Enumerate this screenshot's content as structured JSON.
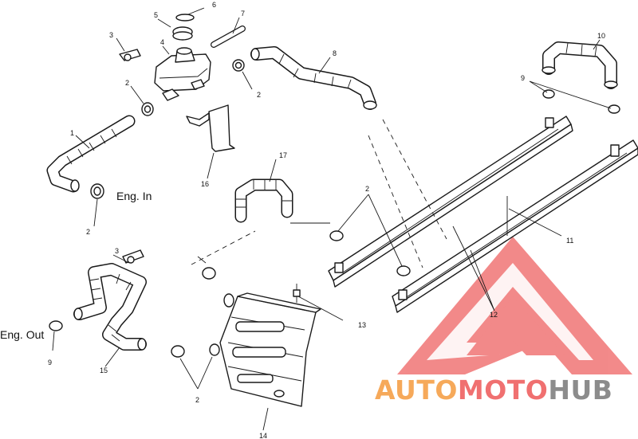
{
  "diagram": {
    "labels": {
      "eng_in": "Eng. In",
      "eng_out": "Eng. Out"
    },
    "callouts": {
      "c1": "1",
      "c2a": "2",
      "c2b": "2",
      "c2c": "2",
      "c2d": "2",
      "c2e": "2",
      "c3a": "3",
      "c3b": "3",
      "c4": "4",
      "c5": "5",
      "c6": "6",
      "c7": "7",
      "c8": "8",
      "c9a": "9",
      "c9b": "9",
      "c10": "10",
      "c11": "11",
      "c12": "12",
      "c13": "13",
      "c14": "14",
      "c15": "15",
      "c16": "16",
      "c17": "17"
    }
  },
  "watermark": {
    "word_auto": "AUTO",
    "word_moto": "MOTO",
    "word_hub": "HUB",
    "colors": {
      "logo_red": "#f07070",
      "auto_orange": "#f6a95a",
      "hub_gray": "#8c8c8c"
    }
  }
}
